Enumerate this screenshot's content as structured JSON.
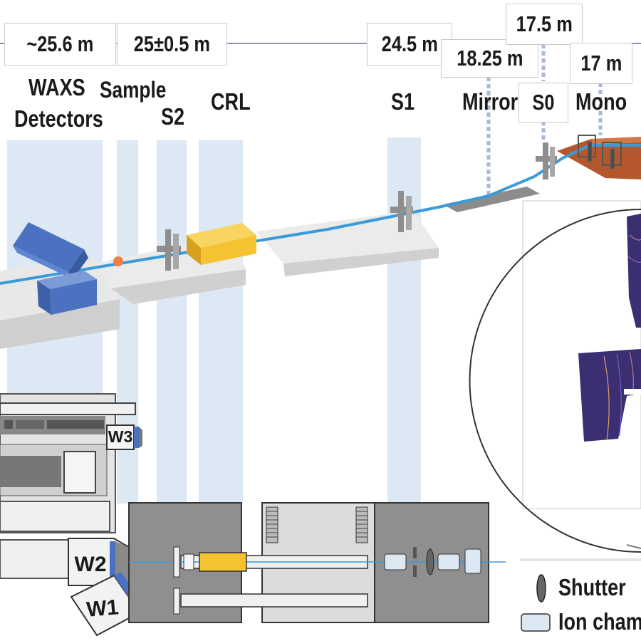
{
  "distances": {
    "d1": "~25.6 m",
    "d2": "25±0.5 m",
    "d3": "24.5 m",
    "d4": "18.25 m",
    "d5": "17.5 m",
    "d6": "17 m"
  },
  "components": {
    "waxs_line1": "WAXS",
    "waxs_line2": "Detectors",
    "sample": "Sample",
    "s2": "S2",
    "crl": "CRL",
    "s1": "S1",
    "mirror": "Mirror",
    "s0": "S0",
    "mono": "Mono"
  },
  "detectors": {
    "w1": "W1",
    "w2": "W2",
    "w3": "W3"
  },
  "legend": {
    "shutter": "Shutter",
    "ion_chamber": "Ion chamb"
  },
  "colors": {
    "beam": "#3a9bd8",
    "band": "#dce8f4",
    "detector_blue": "#4a72c0",
    "crl_yellow": "#f5c232",
    "sample_orange": "#ee7f45",
    "mono_brown": "#b5572c",
    "pattern_purple": "#3c2e73"
  }
}
